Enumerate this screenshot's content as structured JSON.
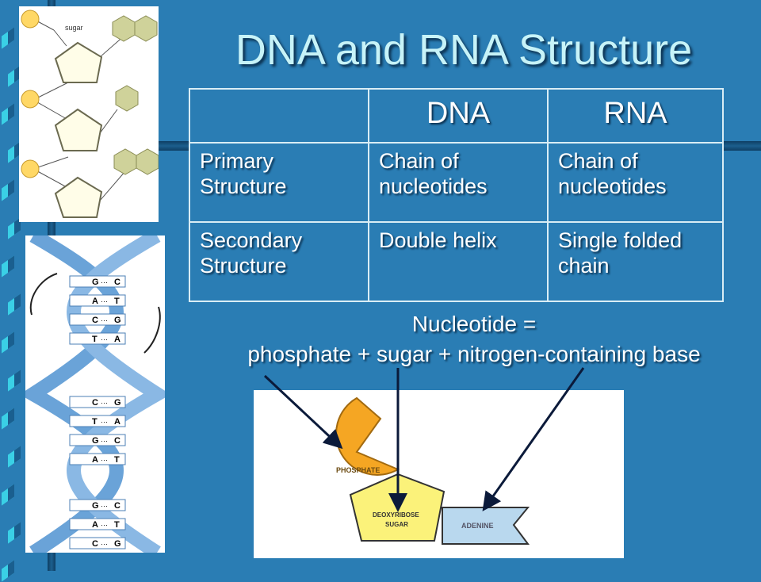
{
  "slide": {
    "title": "DNA and RNA Structure",
    "table": {
      "header": [
        "",
        "DNA",
        "RNA"
      ],
      "rows": [
        {
          "label": "Primary Structure",
          "dna": "Chain of nucleotides",
          "rna": "Chain of nucleotides"
        },
        {
          "label": "Secondary Structure",
          "dna": "Double helix",
          "rna": "Single folded chain"
        }
      ]
    },
    "caption_line1": "Nucleotide =",
    "caption_line2": "phosphate + sugar + nitrogen-containing base"
  },
  "nucleotide_chain": {
    "sugar_label": "sugar"
  },
  "double_helix": {
    "pairs": [
      {
        "left": "G",
        "right": "C"
      },
      {
        "left": "A",
        "right": "T"
      },
      {
        "left": "C",
        "right": "G"
      },
      {
        "left": "T",
        "right": "A"
      },
      {
        "left": "C",
        "right": "G"
      },
      {
        "left": "T",
        "right": "A"
      },
      {
        "left": "G",
        "right": "C"
      },
      {
        "left": "A",
        "right": "T"
      },
      {
        "left": "G",
        "right": "C"
      },
      {
        "left": "A",
        "right": "T"
      },
      {
        "left": "C",
        "right": "G"
      }
    ]
  },
  "nucleotide_diagram": {
    "phosphate": "PHOSPHATE",
    "sugar_line1": "DEOXYRIBOSE",
    "sugar_line2": "SUGAR",
    "base": "ADENINE"
  },
  "colors": {
    "background": "#2a7db4",
    "title": "#c7f3f8",
    "phosphate": "#f5a623",
    "sugar": "#fbf27a",
    "base": "#b9d8ee",
    "helix": "#6aa3d8"
  }
}
